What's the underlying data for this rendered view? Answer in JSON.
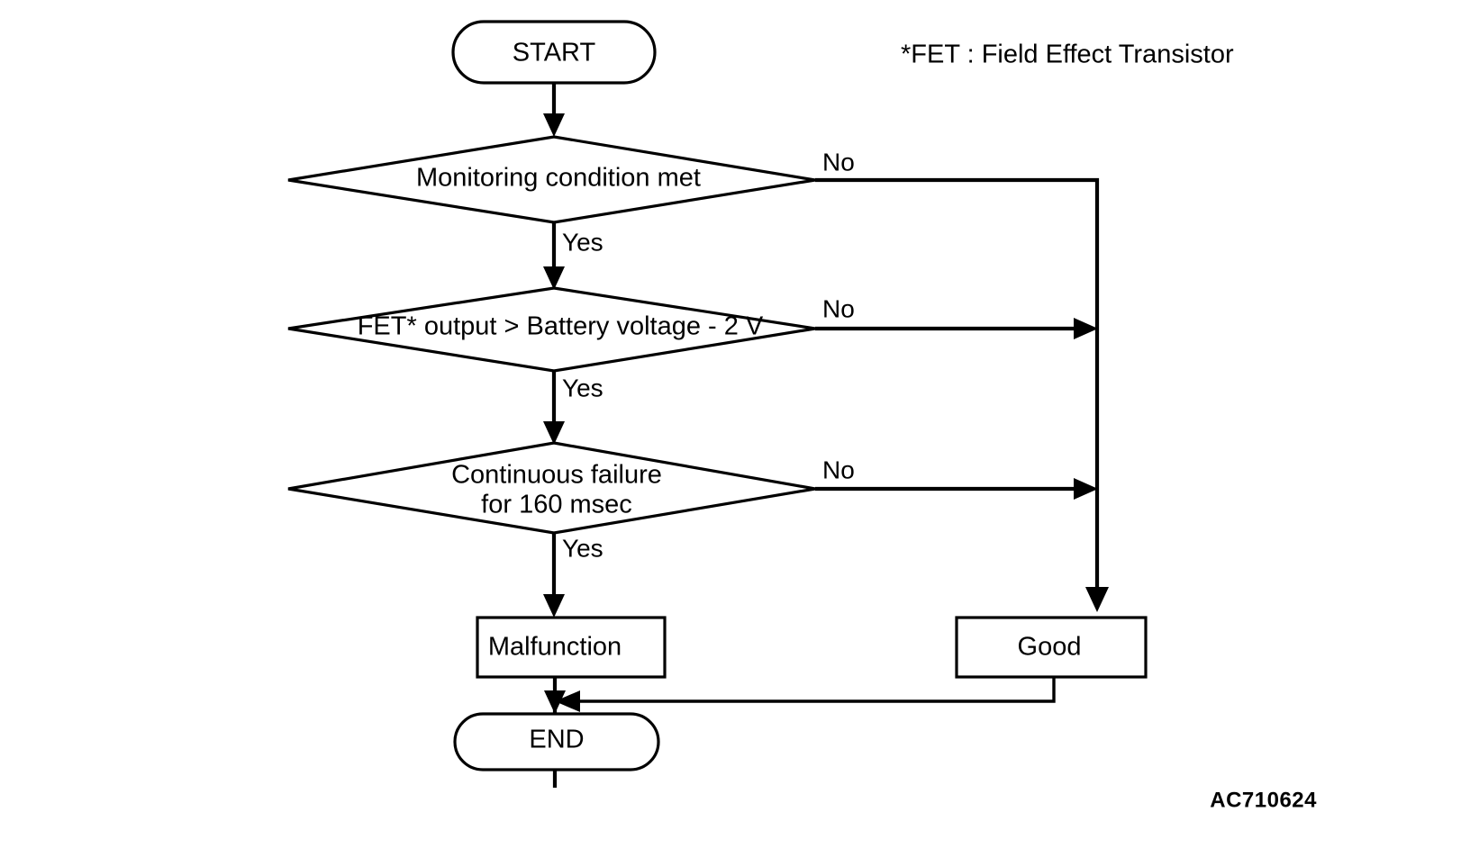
{
  "diagram": {
    "title_code": "AC710624",
    "legend": "*FET : Field Effect Transistor",
    "colors": {
      "stroke": "#000000",
      "background": "#ffffff"
    },
    "nodes": {
      "start": "START",
      "end": "END",
      "decision_1": "Monitoring condition met",
      "decision_2": "FET* output > Battery voltage - 2 V",
      "decision_3_line_1": "Continuous failure",
      "decision_3_line_2": "for 160 msec",
      "result_malfunction": "Malfunction",
      "result_good": "Good"
    },
    "branch_labels": {
      "yes_1": "Yes",
      "yes_2": "Yes",
      "yes_3": "Yes",
      "no_1": "No",
      "no_2": "No",
      "no_3": "No"
    }
  },
  "chart_data": {
    "type": "flowchart",
    "title": "FET output monitoring logic",
    "annotations": [
      "*FET : Field Effect Transistor",
      "AC710624"
    ],
    "nodes": [
      {
        "id": "start",
        "shape": "terminator",
        "label": "START"
      },
      {
        "id": "d1",
        "shape": "decision",
        "label": "Monitoring condition met"
      },
      {
        "id": "d2",
        "shape": "decision",
        "label": "FET* output > Battery voltage - 2 V"
      },
      {
        "id": "d3",
        "shape": "decision",
        "label": "Continuous failure for 160 msec"
      },
      {
        "id": "malfunction",
        "shape": "process",
        "label": "Malfunction"
      },
      {
        "id": "good",
        "shape": "process",
        "label": "Good"
      },
      {
        "id": "end",
        "shape": "terminator",
        "label": "END"
      }
    ],
    "edges": [
      {
        "from": "start",
        "to": "d1",
        "label": ""
      },
      {
        "from": "d1",
        "to": "d2",
        "label": "Yes"
      },
      {
        "from": "d1",
        "to": "good",
        "label": "No"
      },
      {
        "from": "d2",
        "to": "d3",
        "label": "Yes"
      },
      {
        "from": "d2",
        "to": "good",
        "label": "No"
      },
      {
        "from": "d3",
        "to": "malfunction",
        "label": "Yes"
      },
      {
        "from": "d3",
        "to": "good",
        "label": "No"
      },
      {
        "from": "malfunction",
        "to": "end",
        "label": ""
      },
      {
        "from": "good",
        "to": "end",
        "label": ""
      }
    ]
  }
}
